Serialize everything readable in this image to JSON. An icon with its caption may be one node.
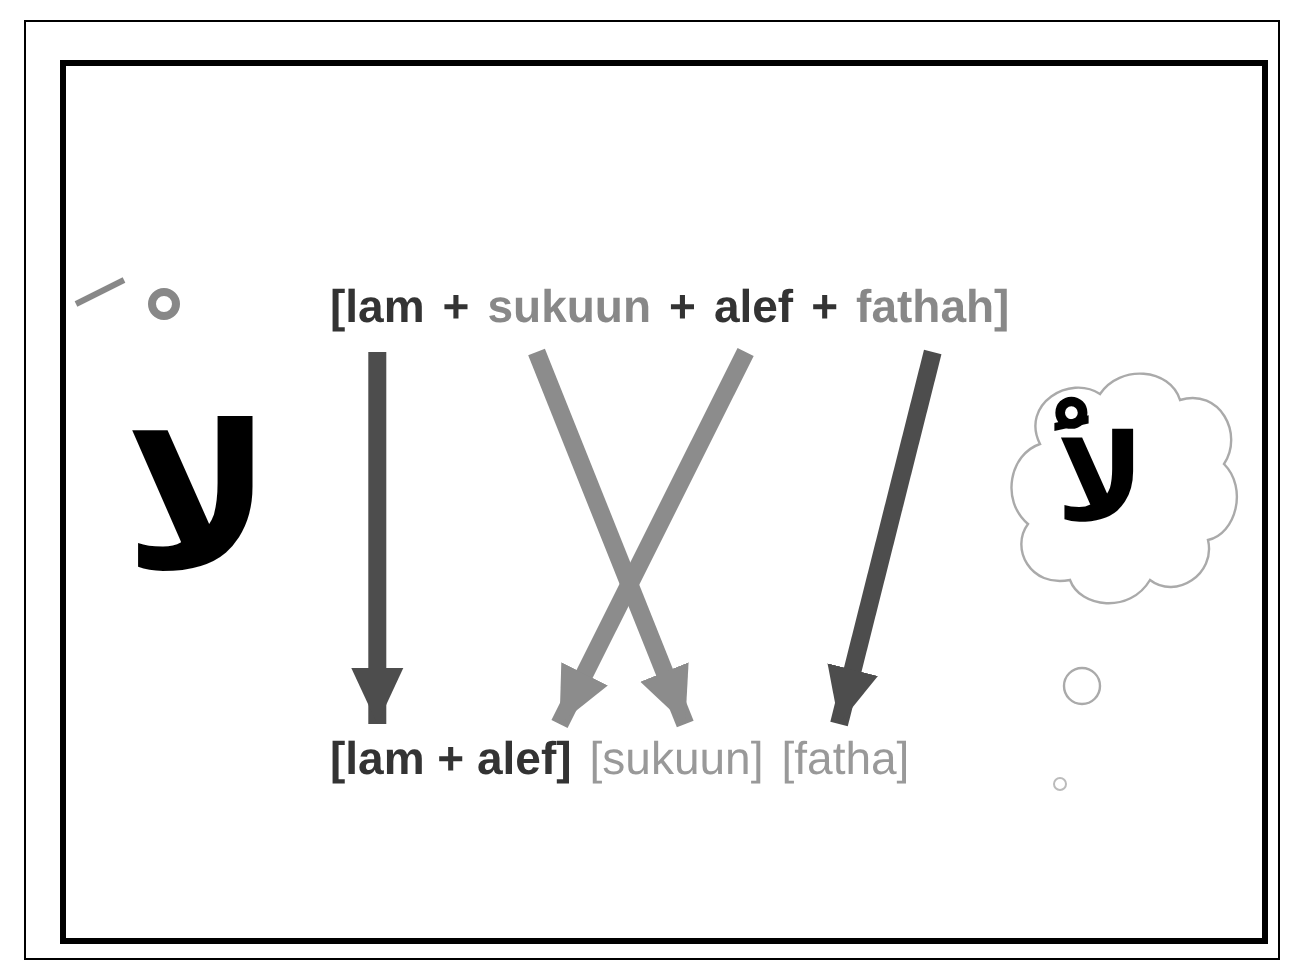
{
  "diagram": {
    "nodes": [
      {
        "text": [
          "[lam"
        ]
      },
      {
        "text": [
          "sukuun"
        ]
      },
      {
        "text": [
          "alef"
        ]
      },
      {
        "text": [
          "fathah]"
        ]
      },
      {
        "text": [
          "[lam + alef]"
        ]
      },
      {
        "text": [
          "[sukuun]"
        ]
      },
      {
        "text": [
          "[fatha]"
        ]
      },
      {
        "text": [
          "لاَْ"
        ]
      }
    ],
    "edges": [
      {
        "from": 0,
        "to": 4,
        "arrow": "to",
        "color": "#4d4d4d"
      },
      {
        "from": 1,
        "to": 5,
        "arrow": "to",
        "color": "#8c8c8c"
      },
      {
        "from": 2,
        "to": 4,
        "arrow": "to",
        "color": "#8c8c8c"
      },
      {
        "from": 3,
        "to": 6,
        "arrow": "to",
        "color": "#4d4d4d"
      }
    ],
    "labels": [
      "+",
      "+",
      "+",
      "لا"
    ]
  }
}
